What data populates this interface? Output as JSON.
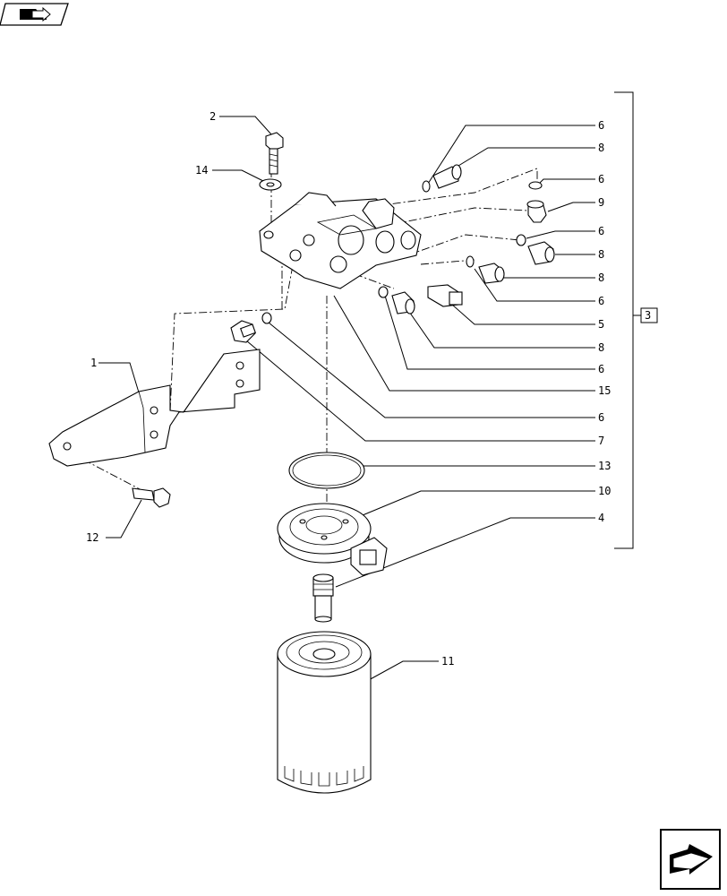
{
  "callouts": [
    {
      "id": "c2",
      "text": "2"
    },
    {
      "id": "c14",
      "text": "14"
    },
    {
      "id": "c1",
      "text": "1"
    },
    {
      "id": "c12",
      "text": "12"
    },
    {
      "id": "c6a",
      "text": "6"
    },
    {
      "id": "c8a",
      "text": "8"
    },
    {
      "id": "c6b",
      "text": "6"
    },
    {
      "id": "c9",
      "text": "9"
    },
    {
      "id": "c6c",
      "text": "6"
    },
    {
      "id": "c8b",
      "text": "8"
    },
    {
      "id": "c8c",
      "text": "8"
    },
    {
      "id": "c6d",
      "text": "6"
    },
    {
      "id": "c5",
      "text": "5"
    },
    {
      "id": "c8d",
      "text": "8"
    },
    {
      "id": "c6e",
      "text": "6"
    },
    {
      "id": "c15",
      "text": "15"
    },
    {
      "id": "c6f",
      "text": "6"
    },
    {
      "id": "c7",
      "text": "7"
    },
    {
      "id": "c13",
      "text": "13"
    },
    {
      "id": "c10",
      "text": "10"
    },
    {
      "id": "c4",
      "text": "4"
    },
    {
      "id": "c11",
      "text": "11"
    }
  ],
  "assembly_ref": "3",
  "nav": {
    "top_icon": "folder-arrow-icon",
    "bottom_icon": "next-page-arrow-icon"
  }
}
